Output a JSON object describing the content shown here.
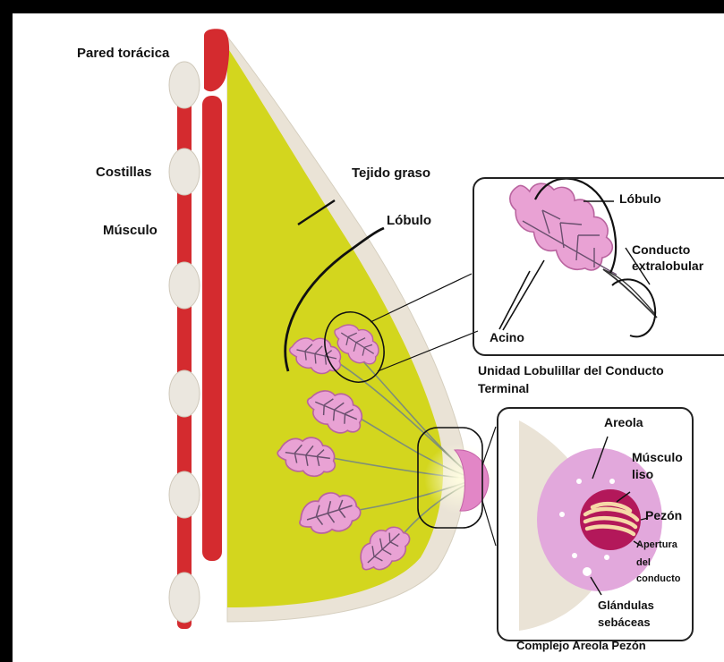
{
  "labels": {
    "chest_wall": "Pared torácica",
    "ribs": "Costillas",
    "muscle": "Músculo",
    "fatty_tissue": "Tejido graso",
    "lobule_main": "Lóbulo",
    "lobule_inset": "Lóbulo",
    "extralobular_duct": [
      "Conducto",
      "extralobular"
    ],
    "acinus": "Acino",
    "tdlu": [
      "Unidad Lobulillar del Conducto",
      "Terminal"
    ],
    "areola": "Areola",
    "smooth_muscle": [
      "Músculo",
      "liso"
    ],
    "nipple": "Pezón",
    "duct_opening": [
      "Apertura",
      "del",
      "conducto"
    ],
    "sebaceous_glands": [
      "Glándulas",
      "sebáceas"
    ],
    "nac": "Complejo Areola Pezón"
  },
  "colors": {
    "background": "#ffffff",
    "frame": "#000000",
    "fat_tissue": "#d3d61e",
    "skin": "#eae3d6",
    "muscle_red": "#d42b2f",
    "rib_bone": "#ebe7df",
    "lobule_pink": "#e9a2d4",
    "areola_pink": "#e2a8dc",
    "nipple": "#b3185a"
  },
  "icons": {
    "lobule": "lobule-leaf-icon"
  }
}
